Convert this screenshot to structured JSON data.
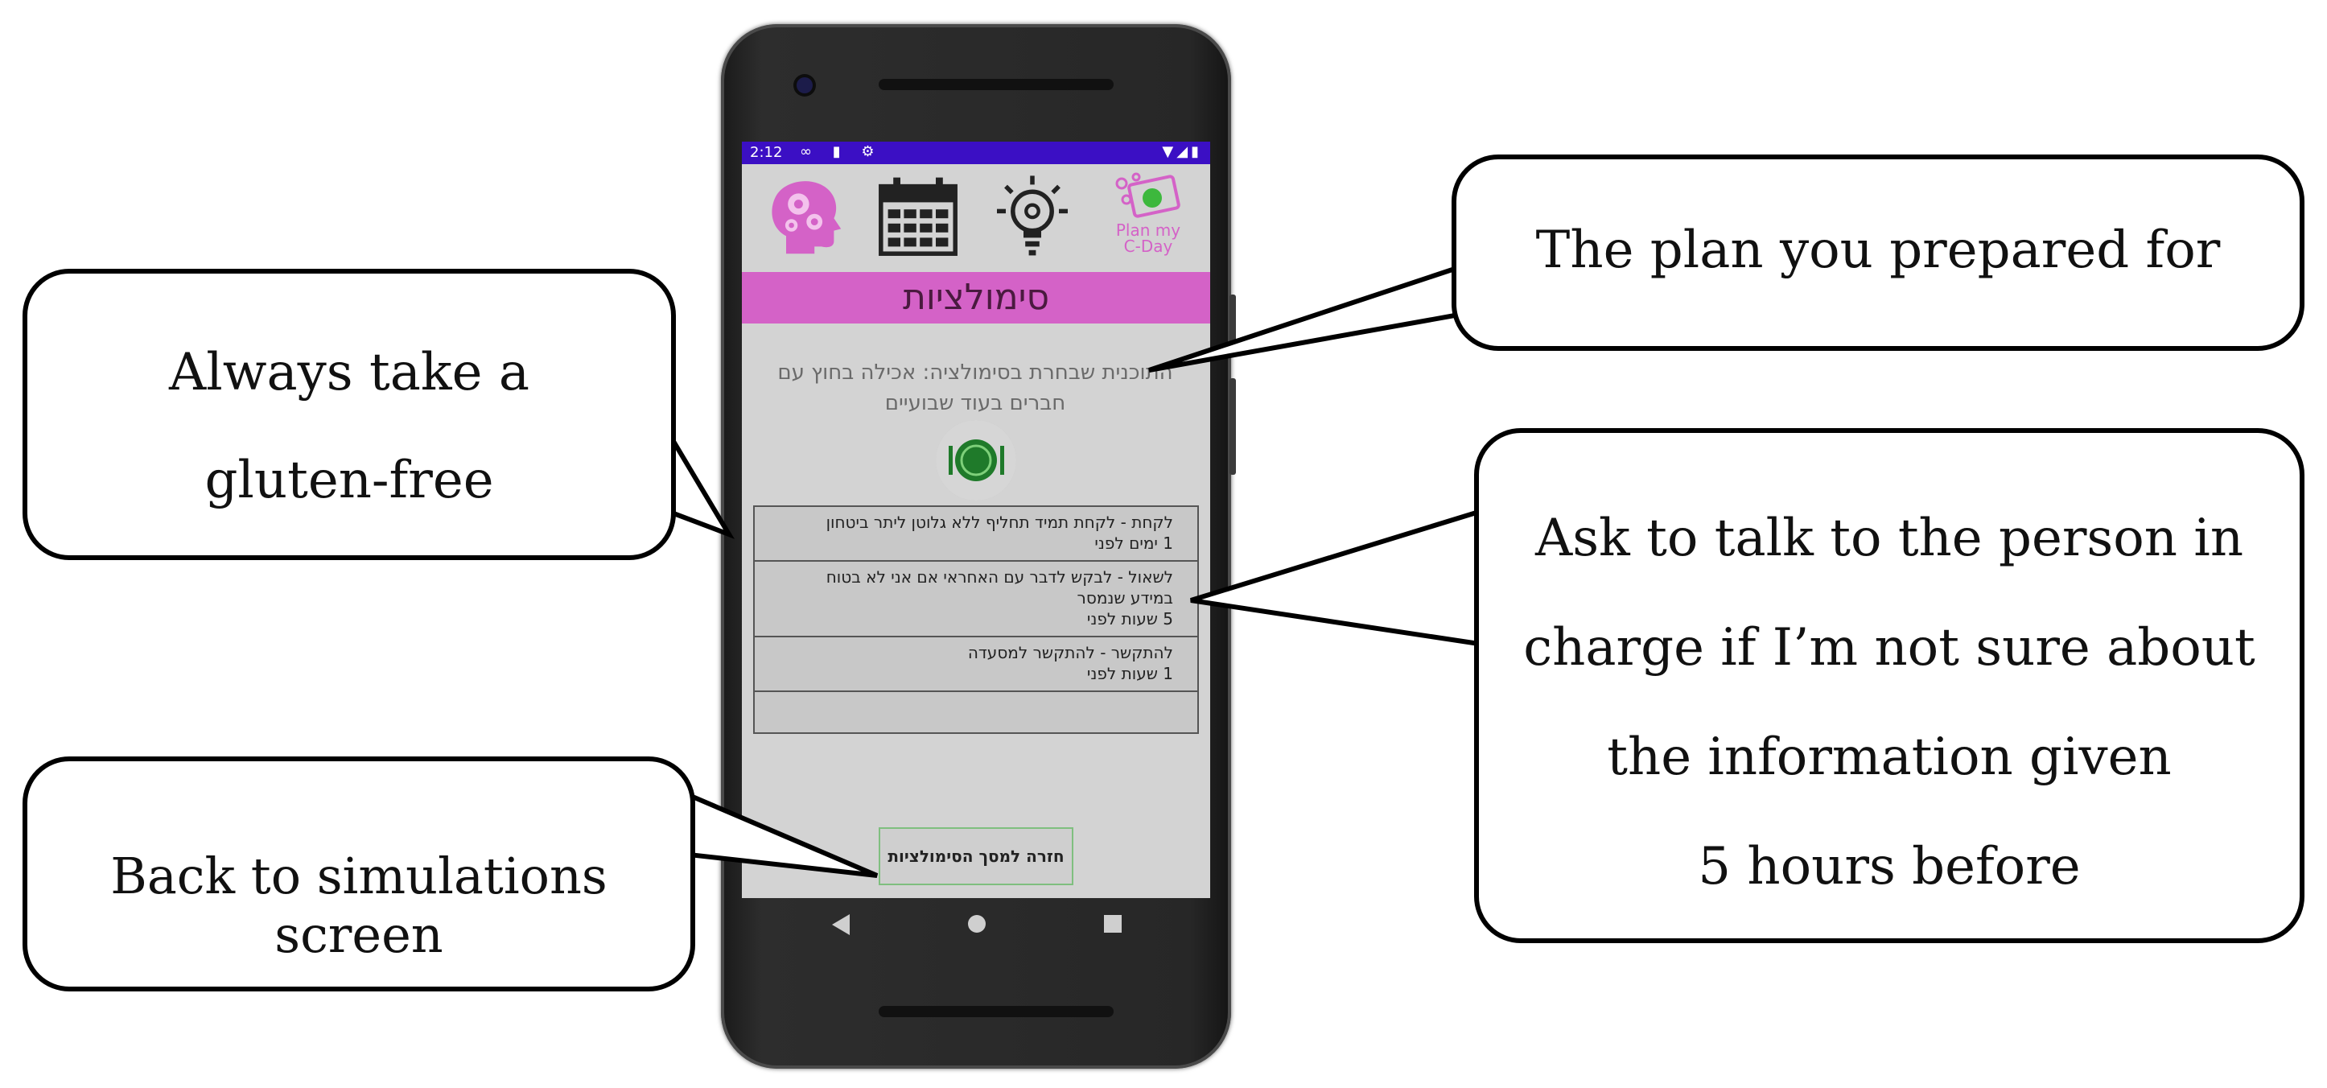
{
  "status_bar": {
    "time": "2:12",
    "icons_left": [
      "infinity-icon",
      "sim-icon",
      "settings-icon"
    ],
    "icons_right": [
      "wifi-icon",
      "signal-icon",
      "battery-icon"
    ],
    "color": "#3b0fc4"
  },
  "nav_icons": [
    {
      "name": "head-gears-icon",
      "color": "#d462c7"
    },
    {
      "name": "calendar-icon",
      "color": "#222222"
    },
    {
      "name": "lightbulb-icon",
      "color": "#222222"
    },
    {
      "name": "plan-my-c-day-logo",
      "text_line1": "Plan my",
      "text_line2": "C-Day",
      "color": "#d462c7"
    }
  ],
  "screen_title": "סימולציות",
  "plan_description_line1": "התוכנית שבחרת בסימולציה: אכילה בחוץ עם",
  "plan_description_line2": "חברים בעוד שבועיים",
  "tasks": [
    {
      "line1": "לקחת - לקחת תמיד תחליף ללא גלוטן ליתר ביטחון",
      "line2": "1 ימים לפני"
    },
    {
      "line1": "לשאול - לבקש לדבר עם האחראי אם אני לא בטוח",
      "line2": "במידע שנמסר",
      "line3": "5 שעות לפני"
    },
    {
      "line1": "להתקשר - להתקשר למסעדה",
      "line2": "1 שעות לפני"
    }
  ],
  "back_button_label": "חזרה למסך הסימולציות",
  "callouts": {
    "plan": "The plan you prepared for",
    "gluten_line1": "Always take a",
    "gluten_line2": "gluten-free",
    "ask_line1": "Ask to talk to the person in",
    "ask_line2": "charge if I’m not sure about",
    "ask_line3": "the information given",
    "ask_line4": "5 hours before",
    "back": "Back to simulations screen"
  },
  "colors": {
    "accent_pink": "#d462c7",
    "screen_bg": "#d3d3d3",
    "button_border": "#7fbf7f"
  }
}
